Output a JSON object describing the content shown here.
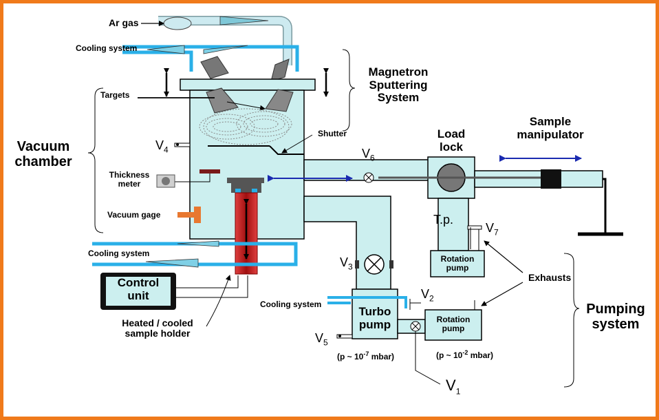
{
  "colors": {
    "frame": "#f07a1a",
    "chamber_fill": "#ccefef",
    "cooling_line": "#2ab0e8",
    "holder_red": "#c81e1e",
    "vacuum_gage": "#e87830",
    "transfer_arrow": "#1a2ab0",
    "manipulator": "#000000",
    "control_unit_fill": "#ccefef"
  },
  "labels": {
    "ar_gas": "Ar gas",
    "cooling_system_top": "Cooling system",
    "targets": "Targets",
    "magnetron": [
      "Magnetron",
      "Sputtering",
      "System"
    ],
    "shutter": "Shutter",
    "vacuum_chamber": [
      "Vacuum",
      "chamber"
    ],
    "v4": "V",
    "v4_sub": "4",
    "thickness_meter": [
      "Thickness",
      "meter"
    ],
    "vacuum_gage": "Vacuum gage",
    "cooling_system_mid": "Cooling system",
    "control_unit": [
      "Control",
      "unit"
    ],
    "heated_holder": [
      "Heated / cooled",
      "sample holder"
    ],
    "v6": "V",
    "v6_sub": "6",
    "load_lock": [
      "Load",
      "lock"
    ],
    "sample_manipulator": [
      "Sample",
      "manipulator"
    ],
    "tp": "T.p.",
    "v7": "V",
    "v7_sub": "7",
    "rotation_pump_small": [
      "Rotation",
      "pump"
    ],
    "exhausts": "Exhausts",
    "v3": "V",
    "v3_sub": "3",
    "cooling_system_turbo": "Cooling system",
    "v2": "V",
    "v2_sub": "2",
    "turbo_pump": [
      "Turbo",
      "pump"
    ],
    "rotation_pump_main": [
      "Rotation",
      "pump"
    ],
    "v5": "V",
    "v5_sub": "5",
    "pressure_turbo": "(p ~ 10",
    "pressure_turbo_exp": "-7",
    "pressure_turbo_unit": " mbar)",
    "pressure_rot": "(p ~ 10",
    "pressure_rot_exp": "-2",
    "pressure_rot_unit": " mbar)",
    "v1": "V",
    "v1_sub": "1",
    "pumping_system": [
      "Pumping",
      "system"
    ]
  },
  "icons": [
    "valve-icon",
    "info-icon",
    "rotation-pump-icon",
    "gate-valve-icon"
  ]
}
